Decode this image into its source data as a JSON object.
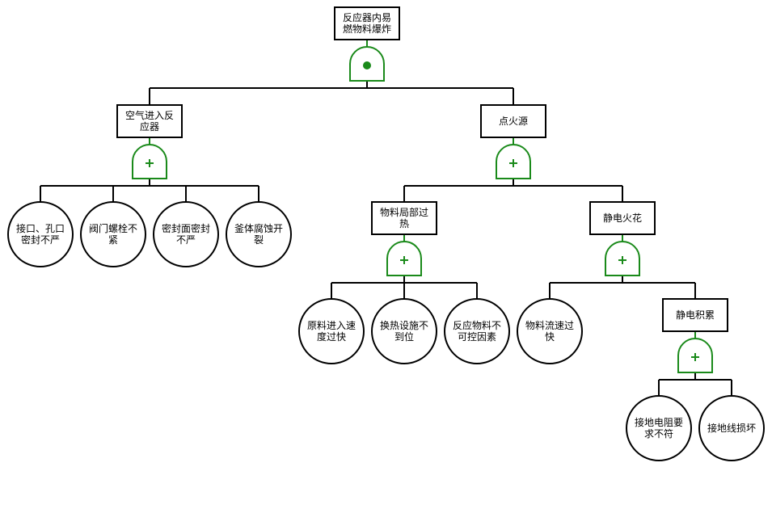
{
  "diagram": {
    "type": "fault-tree",
    "colors": {
      "gate": "#1a8a1a",
      "line": "#000000",
      "fill": "#ffffff"
    },
    "nodes": [
      {
        "id": "top",
        "kind": "event",
        "lines": [
          "反应器内易",
          "燃物料爆炸"
        ],
        "gate": "and"
      },
      {
        "id": "air",
        "parent": "top",
        "kind": "event",
        "lines": [
          "空气进入反",
          "应器"
        ],
        "gate": "or"
      },
      {
        "id": "ignition",
        "parent": "top",
        "kind": "event",
        "lines": [
          "点火源"
        ],
        "gate": "or"
      },
      {
        "id": "b1",
        "parent": "air",
        "kind": "basic",
        "lines": [
          "接口、孔口",
          "密封不严"
        ]
      },
      {
        "id": "b2",
        "parent": "air",
        "kind": "basic",
        "lines": [
          "阀门螺栓不",
          "紧"
        ]
      },
      {
        "id": "b3",
        "parent": "air",
        "kind": "basic",
        "lines": [
          "密封面密封",
          "不严"
        ]
      },
      {
        "id": "b4",
        "parent": "air",
        "kind": "basic",
        "lines": [
          "釜体腐蚀开",
          "裂"
        ]
      },
      {
        "id": "overheat",
        "parent": "ignition",
        "kind": "event",
        "lines": [
          "物料局部过",
          "热"
        ],
        "gate": "or"
      },
      {
        "id": "spark",
        "parent": "ignition",
        "kind": "event",
        "lines": [
          "静电火花"
        ],
        "gate": "or"
      },
      {
        "id": "b5",
        "parent": "overheat",
        "kind": "basic",
        "lines": [
          "原料进入速",
          "度过快"
        ]
      },
      {
        "id": "b6",
        "parent": "overheat",
        "kind": "basic",
        "lines": [
          "换热设施不",
          "到位"
        ]
      },
      {
        "id": "b7",
        "parent": "overheat",
        "kind": "basic",
        "lines": [
          "反应物料不",
          "可控因素"
        ]
      },
      {
        "id": "b8",
        "parent": "spark",
        "kind": "basic",
        "lines": [
          "物料流速过",
          "快"
        ]
      },
      {
        "id": "accum",
        "parent": "spark",
        "kind": "event",
        "lines": [
          "静电积累"
        ],
        "gate": "or"
      },
      {
        "id": "b9",
        "parent": "accum",
        "kind": "basic",
        "lines": [
          "接地电阻要",
          "求不符"
        ]
      },
      {
        "id": "b10",
        "parent": "accum",
        "kind": "basic",
        "lines": [
          "接地线损坏"
        ]
      }
    ]
  }
}
